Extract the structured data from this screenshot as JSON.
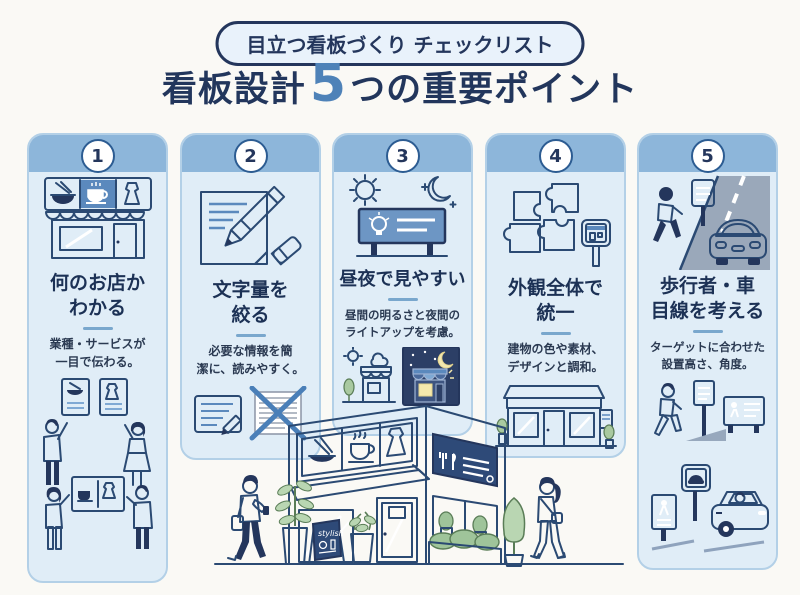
{
  "page": {
    "badge": "目立つ看板づくり チェックリスト",
    "title": {
      "prefix": "看板設計",
      "number": "5",
      "suffix": "つの重要ポイント"
    }
  },
  "colors": {
    "navy": "#24365c",
    "accent_blue": "#4e82b8",
    "card_header": "#8db6da",
    "card_body": "#e0edf7",
    "badge_bg": "#e9f2fb",
    "night_bg": "#2c3f66"
  },
  "cards": [
    {
      "number": "1",
      "heading": "何のお店か\nわかる",
      "desc": "業種・サービスが\n一目で伝わる。",
      "main_icon": "storefront-sign-icon",
      "sub_icon": "people-comparing-signs-illustration"
    },
    {
      "number": "2",
      "heading": "文字量を\n絞る",
      "desc": "必要な情報を簡\n潔に、読みやすく。",
      "main_icon": "paper-pencil-eraser-icon",
      "sub_icon": "clean-sign-vs-crossed-out-sign-illustration"
    },
    {
      "number": "3",
      "heading": "昼夜で見やすい",
      "desc": "昼間の明るさと夜間の\nライトアップを考慮。",
      "main_icon": "sun-moon-signboard-icon",
      "sub_icon": "day-night-storefront-illustration"
    },
    {
      "number": "4",
      "heading": "外観全体で\n統一",
      "desc": "建物の色や素材、\nデザインと調和。",
      "main_icon": "puzzle-pieces-shop-sign-icon",
      "sub_icon": "unified-storefront-illustration"
    },
    {
      "number": "5",
      "heading": "歩行者・車\n目線を考える",
      "desc": "ターゲットに合わせた\n設置高さ、角度。",
      "main_icon": "pedestrian-car-road-icon",
      "sub_icon": "pedestrian-and-driver-signs-illustration"
    }
  ],
  "hero": {
    "board_text": "stylish"
  }
}
